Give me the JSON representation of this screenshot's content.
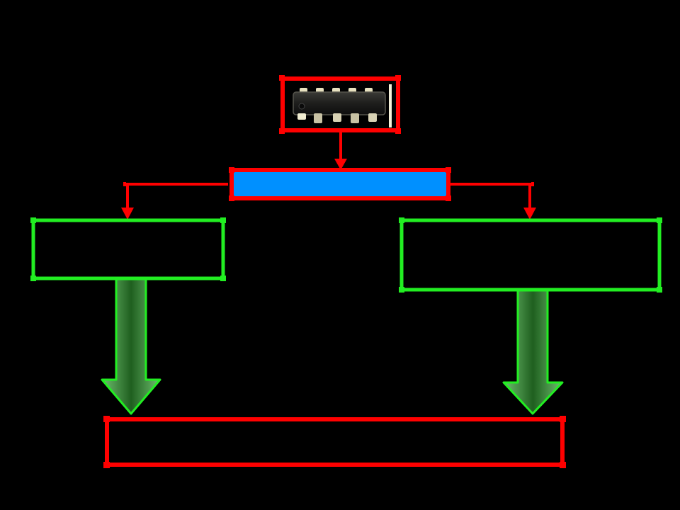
{
  "diagram": {
    "nodes": [
      {
        "id": "chip",
        "kind": "image",
        "image": "dip-ic-chip",
        "label": ""
      },
      {
        "id": "bus",
        "kind": "bar",
        "label": ""
      },
      {
        "id": "left-box",
        "kind": "box",
        "label": ""
      },
      {
        "id": "right-box",
        "kind": "box",
        "label": ""
      },
      {
        "id": "bottom-box",
        "kind": "box",
        "label": ""
      }
    ],
    "edges": [
      {
        "from": "chip",
        "to": "bus",
        "style": "thin-arrow"
      },
      {
        "from": "bus",
        "to": "left-box",
        "style": "thin-arrow"
      },
      {
        "from": "bus",
        "to": "right-box",
        "style": "thin-arrow"
      },
      {
        "from": "left-box",
        "to": "bottom-box",
        "style": "block-arrow"
      },
      {
        "from": "right-box",
        "to": "bottom-box",
        "style": "block-arrow"
      }
    ]
  },
  "colors": {
    "background": "#000000",
    "red": "#ff0000",
    "green": "#22ee22",
    "blue": "#0090ff",
    "arrow_fill_light": "#7ecf7e",
    "arrow_fill_dark": "#1f5f1f"
  }
}
